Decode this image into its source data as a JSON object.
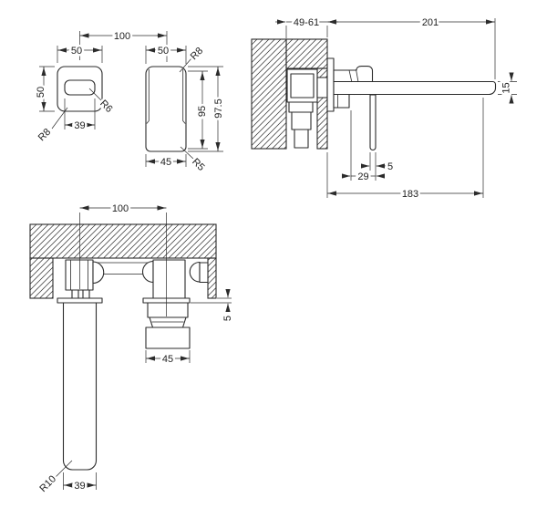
{
  "drawing": {
    "background": "#ffffff",
    "line_color": "#2b2b2b",
    "views": {
      "handle_front": {
        "dim_spacing": "100",
        "dim_width": "50",
        "dim_height": "50",
        "dim_slot_width": "39",
        "label_corner_radius": "R8",
        "label_slot_radius": "R6"
      },
      "handle_side": {
        "dim_width_top": "50",
        "label_corner_top": "R8",
        "dim_height_body": "95",
        "dim_height_total": "97.5",
        "dim_width_bottom": "45",
        "label_corner_bottom": "R5"
      },
      "section_side": {
        "dim_wall_depth": "49-61",
        "dim_spout_reach": "201",
        "dim_spout_height": "15",
        "dim_lever_thickness": "5",
        "dim_lever_offset": "29",
        "dim_outlet_reach": "183"
      },
      "front_installed": {
        "dim_spacing": "100",
        "dim_plate_gap": "5",
        "dim_handle_width": "45",
        "dim_spout_width": "39",
        "label_spout_radius": "R10"
      }
    }
  }
}
